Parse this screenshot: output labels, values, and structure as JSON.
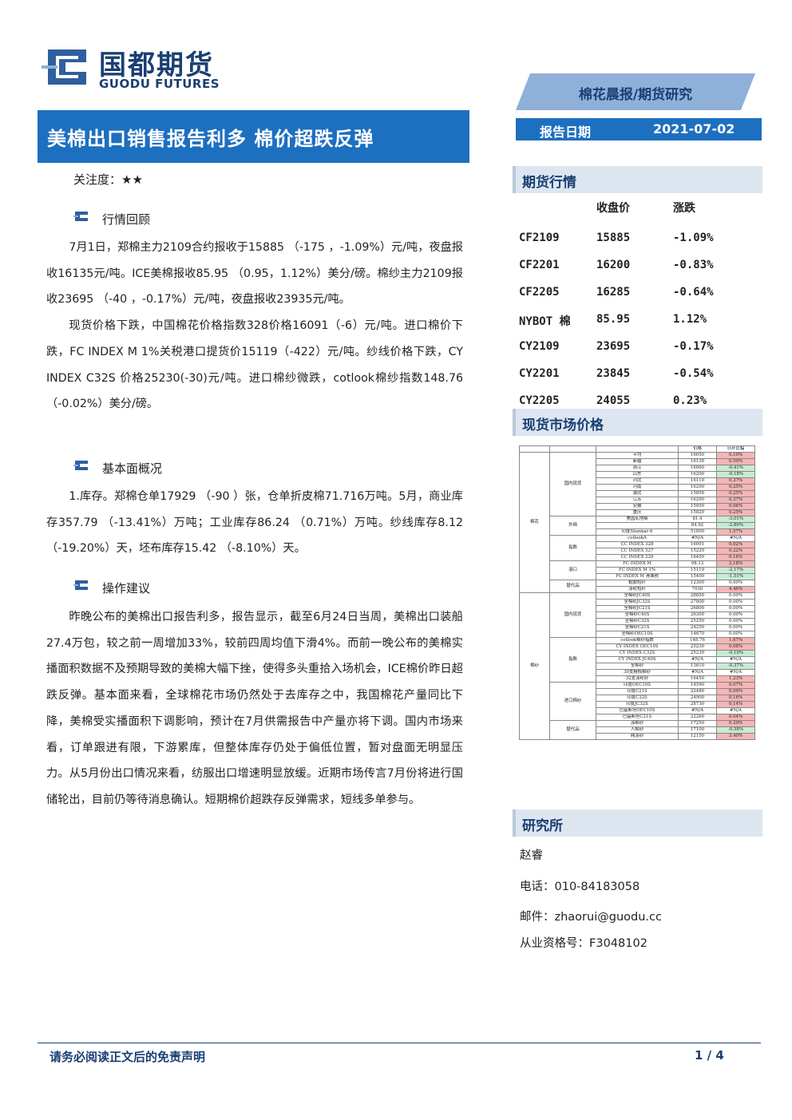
{
  "brand": {
    "cn": "国都期货",
    "en": "GUODU FUTURES"
  },
  "report_type": "棉花晨报/期货研究",
  "report_date": {
    "label": "报告日期",
    "value": "2021-07-02"
  },
  "title": "美棉出口销售报告利多 棉价超跌反弹",
  "attention": "关注度：★★",
  "sections": [
    {
      "heading": "行情回顾",
      "paragraphs": [
        "7月1日，郑棉主力2109合约报收于15885 （-175 ，-1.09%）元/吨，夜盘报收16135元/吨。ICE美棉报收85.95 （0.95，1.12%）美分/磅。棉纱主力2109报收23695 （-40 ，-0.17%）元/吨，夜盘报收23935元/吨。",
        "现货价格下跌，中国棉花价格指数328价格16091（-6）元/吨。进口棉价下跌，FC INDEX M 1%关税港口提货价15119（-422）元/吨。纱线价格下跌，CY INDEX C32S 价格25230(-30)元/吨。进口棉纱微跌，cotlook棉纱指数148.76（-0.02%）美分/磅。"
      ]
    },
    {
      "heading": "基本面概况",
      "paragraphs": [
        "1.库存。郑棉仓单17929 （-90 ）张，仓单折皮棉71.716万吨。5月，商业库存357.79 （-13.41%）万吨；工业库存86.24 （0.71%）万吨。纱线库存8.12 （-19.20%）天，坯布库存15.42 （-8.10%）天。"
      ]
    },
    {
      "heading": "操作建议",
      "paragraphs": [
        "昨晚公布的美棉出口报告利多，报告显示，截至6月24日当周，美棉出口装船27.4万包，较之前一周增加33%，较前四周均值下滑4%。而前一晚公布的美棉实播面积数据不及预期导致的美棉大幅下挫，使得多头重拾入场机会，ICE棉价昨日超跌反弹。基本面来看，全球棉花市场仍然处于去库存之中，我国棉花产量同比下降，美棉受实播面积下调影响，预计在7月供需报告中产量亦将下调。国内市场来看，订单跟进有限，下游累库，但整体库存仍处于偏低位置，暂对盘面无明显压力。从5月份出口情况来看，纺服出口增速明显放缓。近期市场传言7月份将进行国储轮出，目前仍等待消息确认。短期棉价超跌存反弹需求，短线多单参与。"
      ]
    }
  ],
  "futures": {
    "heading": "期货行情",
    "columns": [
      "收盘价",
      "涨跌"
    ],
    "rows": [
      [
        "CF2109",
        "15885",
        "-1.09%"
      ],
      [
        "CF2201",
        "16200",
        "-0.83%"
      ],
      [
        "CF2205",
        "16285",
        "-0.64%"
      ],
      [
        "NYBOT 棉",
        "85.95",
        "1.12%"
      ],
      [
        "CY2109",
        "23695",
        "-0.17%"
      ],
      [
        "CY2201",
        "23845",
        "-0.54%"
      ],
      [
        "CY2205",
        "24055",
        "0.23%"
      ]
    ]
  },
  "spot": {
    "heading": "现货市场价格",
    "header": [
      "价格",
      "日环比幅"
    ],
    "rows": [
      [
        "平均",
        "16050",
        "0.10%",
        "pos"
      ],
      [
        "新疆",
        "16130",
        "0.50%",
        "pos"
      ],
      [
        "浙江",
        "16060",
        "-0.41%",
        "neg"
      ],
      [
        "山东",
        "16200",
        "-0.18%",
        "neg"
      ],
      [
        "河北",
        "16110",
        "0.37%",
        "pos"
      ],
      [
        "河南",
        "16200",
        "0.25%",
        "pos"
      ],
      [
        "湖北",
        "15850",
        "0.25%",
        "pos"
      ],
      [
        "江苏",
        "16290",
        "0.37%",
        "pos"
      ],
      [
        "安徽",
        "15950",
        "0.06%",
        "pos"
      ],
      [
        "重庆",
        "15820",
        "0.25%",
        "pos"
      ],
      [
        "美国轧地棉",
        "81.4",
        "-3.01%",
        "neg"
      ],
      [
        "",
        "84.92",
        "-2.80%",
        "neg"
      ],
      [
        "印度Shankar-6",
        "51800",
        "1.57%",
        "pos"
      ],
      [
        "cotlookA",
        "#N/A",
        "#N/A",
        ""
      ],
      [
        "CC INDEX 328",
        "16091",
        "0.02%",
        "pos"
      ],
      [
        "CC INDEX 527",
        "15229",
        "0.22%",
        "pos"
      ],
      [
        "CC INDEX 229",
        "16450",
        "0.16%",
        "pos"
      ],
      [
        "FC INDEX M",
        "98.13",
        "2.18%",
        "pos"
      ],
      [
        "FC INDEX M 1%",
        "15119",
        "-2.17%",
        "neg"
      ],
      [
        "FC INDEX M 滑准税",
        "15400",
        "-1.51%",
        "neg"
      ],
      [
        "黏胶短纤",
        "12300",
        "0.00%",
        ""
      ],
      [
        "涤纶短纤",
        "7030",
        "4.46%",
        "pos"
      ],
      [
        "全棉纱JC40S",
        "28850",
        "0.00%",
        ""
      ],
      [
        "全棉纱JC32S",
        "27800",
        "0.00%",
        ""
      ],
      [
        "全棉纱JC21S",
        "26800",
        "0.00%",
        ""
      ],
      [
        "全棉纱C40S",
        "26300",
        "0.00%",
        ""
      ],
      [
        "全棉纱C32S",
        "25250",
        "0.00%",
        ""
      ],
      [
        "全棉纱C21S",
        "24250",
        "0.00%",
        ""
      ],
      [
        "全棉纱OEC10S",
        "14670",
        "0.00%",
        ""
      ],
      [
        "cotlook棉纱指数",
        "148.76",
        "1.67%",
        "pos"
      ],
      [
        "CY INDEX OEC10S",
        "25230",
        "0.08%",
        "pos"
      ],
      [
        "CY INDEX C32S",
        "25230",
        "-0.10%",
        "neg"
      ],
      [
        "CY INDEX JC40S",
        "#N/A",
        "#N/A",
        ""
      ],
      [
        "全棉纱",
        "13610",
        "-0.37%",
        "neg"
      ],
      [
        "30支精梳棉纱",
        "#N/A",
        "#N/A",
        ""
      ],
      [
        "32支涤纶纱",
        "16450",
        "1.23%",
        "pos"
      ],
      [
        "印度OEC10S",
        "14590",
        "0.07%",
        "pos"
      ],
      [
        "印度C21S",
        "22480",
        "0.09%",
        "pos"
      ],
      [
        "印度C32S",
        "24900",
        "0.16%",
        "pos"
      ],
      [
        "印度JC32S",
        "28730",
        "0.14%",
        "pos"
      ],
      [
        "巴基斯坦OEC10S",
        "#N/A",
        "#N/A",
        ""
      ],
      [
        "巴基斯坦C21S",
        "22260",
        "0.04%",
        "pos"
      ],
      [
        "涤棉纱",
        "17250",
        "0.29%",
        "pos"
      ],
      [
        "人棉纱",
        "17100",
        "-0.58%",
        "neg"
      ],
      [
        "纯涤纱",
        "12150",
        "3.40%",
        "pos"
      ]
    ],
    "groups": {
      "cotton": "棉花",
      "yarn": "棉纱",
      "domestic": "国内现货",
      "foreign": "外棉",
      "index": "指数",
      "port": "港口",
      "substitute": "替代品",
      "imported_yarn": "进口棉纱"
    }
  },
  "research": {
    "heading": "研究所",
    "name": "赵睿",
    "phone": "电话：010-84183058",
    "email": "邮件：zhaorui@guodu.cc",
    "license": "从业资格号：F3048102"
  },
  "footer": {
    "disclaimer": "请务必阅读正文后的免责声明",
    "page": "1 / 4"
  },
  "colors": {
    "brand": "#1a3f73",
    "accent": "#1d6fc0",
    "positive": "#f4b6b6",
    "negative": "#c7ecd3"
  }
}
